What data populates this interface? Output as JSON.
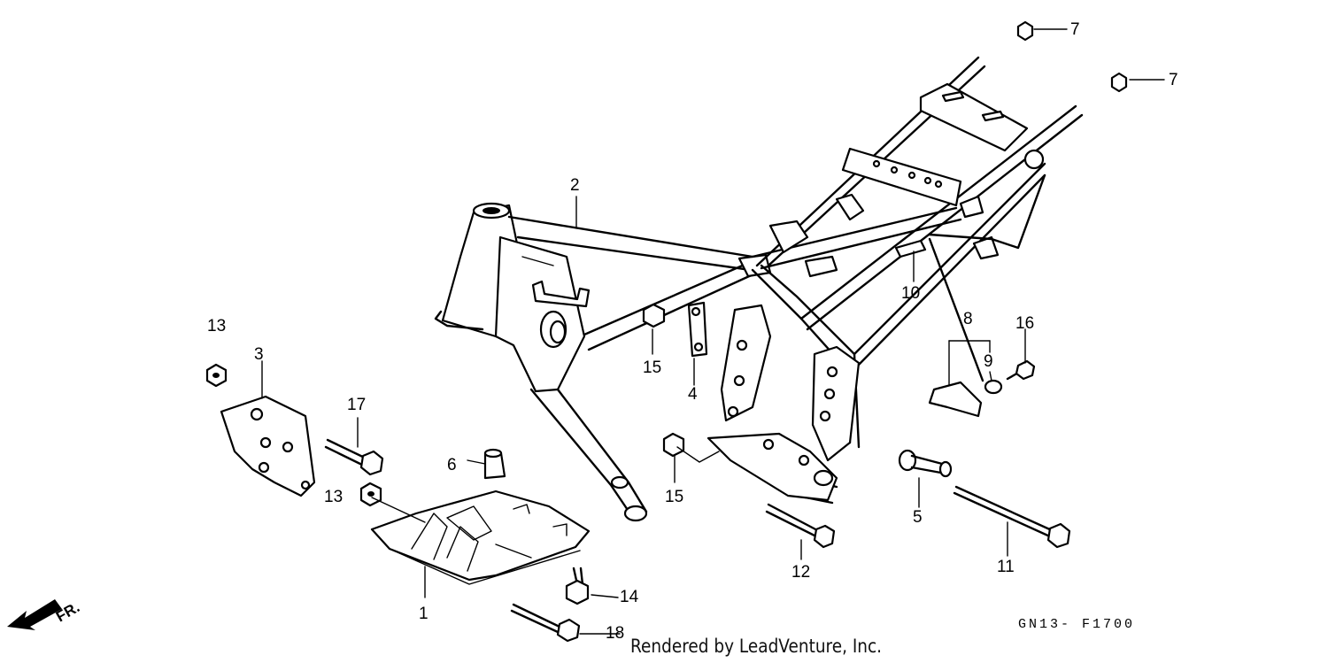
{
  "diagram": {
    "callouts": [
      {
        "id": "c1",
        "label": "1"
      },
      {
        "id": "c2",
        "label": "2"
      },
      {
        "id": "c3",
        "label": "3"
      },
      {
        "id": "c4",
        "label": "4"
      },
      {
        "id": "c5",
        "label": "5"
      },
      {
        "id": "c6",
        "label": "6"
      },
      {
        "id": "c7a",
        "label": "7"
      },
      {
        "id": "c7b",
        "label": "7"
      },
      {
        "id": "c8",
        "label": "8"
      },
      {
        "id": "c9",
        "label": "9"
      },
      {
        "id": "c10",
        "label": "10"
      },
      {
        "id": "c11",
        "label": "11"
      },
      {
        "id": "c12",
        "label": "12"
      },
      {
        "id": "c13a",
        "label": "13"
      },
      {
        "id": "c13b",
        "label": "13"
      },
      {
        "id": "c14",
        "label": "14"
      },
      {
        "id": "c15a",
        "label": "15"
      },
      {
        "id": "c15b",
        "label": "15"
      },
      {
        "id": "c16",
        "label": "16"
      },
      {
        "id": "c17",
        "label": "17"
      },
      {
        "id": "c18",
        "label": "18"
      }
    ],
    "front_marker": "FR.",
    "diagram_code": "GN13- F1700",
    "credit": "Rendered by LeadVenture, Inc."
  }
}
